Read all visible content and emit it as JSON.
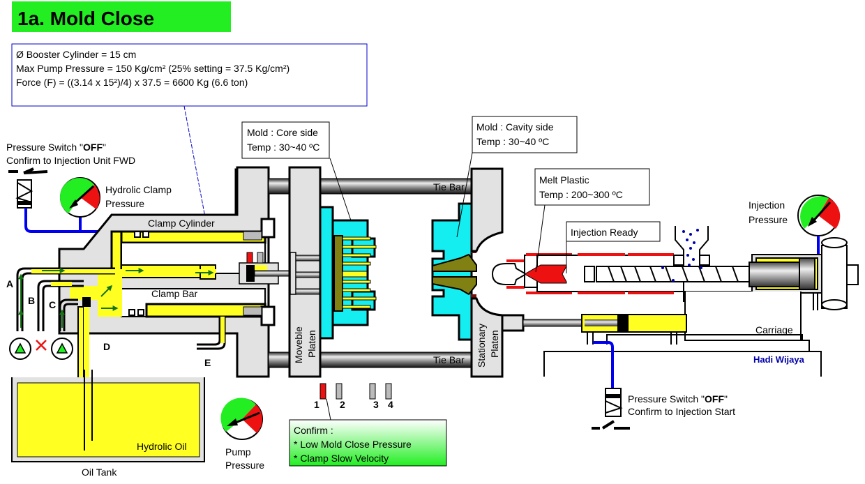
{
  "title": "1a. Mold Close",
  "colors": {
    "title_bg": "#22ee22",
    "oil": "#ffff22",
    "mold": "#14eef0",
    "melt": "#ee1111",
    "hydraulic_line": "#0000ee",
    "author": "#0000aa",
    "flow_arrow": "#157515"
  },
  "calculation": {
    "lines": [
      "Ø Booster Cylinder = 15 cm",
      "Max Pump Pressure = 150 Kg/cm² (25% setting = 37.5 Kg/cm²)",
      "Force (F) = ((3.14 x 15²)/4) x 37.5 = 6600 Kg (6.6 ton)"
    ]
  },
  "pressure_switch_left": {
    "line1_prefix": "Pressure Switch \"",
    "line1_bold": "OFF",
    "line1_suffix": "\"",
    "line2": "Confirm to Injection Unit FWD"
  },
  "pressure_switch_right": {
    "line1_prefix": "Pressure Switch \"",
    "line1_bold": "OFF",
    "line1_suffix": "\"",
    "line2": "Confirm to Injection Start"
  },
  "gauges": {
    "clamp": {
      "line1": "Hydrolic Clamp",
      "line2": "Pressure"
    },
    "pump": {
      "line1": "Pump",
      "line2": "Pressure"
    },
    "injection": {
      "line1": "Injection",
      "line2": "Pressure"
    }
  },
  "parts": {
    "clamp_cylinder": "Clamp Cylinder",
    "clamp_bar": "Clamp Bar",
    "tie_bar_top": "Tie Bar",
    "tie_bar_bottom": "Tie Bar",
    "moveable_platen_1": "Moveble",
    "moveable_platen_2": "Platen",
    "stationary_platen_1": "Stationary",
    "stationary_platen_2": "Platen",
    "carriage": "Carriage",
    "hydrolic_oil": "Hydrolic Oil",
    "oil_tank": "Oil Tank",
    "injection_ready": "Injection Ready"
  },
  "ports": [
    "A",
    "B",
    "C",
    "D",
    "E"
  ],
  "callouts": {
    "core": {
      "line1": "Mold : Core side",
      "line2": "Temp : 30~40 ºC"
    },
    "cavity": {
      "line1": "Mold : Cavity side",
      "line2": "Temp : 30~40 ºC"
    },
    "melt": {
      "line1": "Melt Plastic",
      "line2": "Temp : 200~300 ºC"
    }
  },
  "limit_switches": {
    "labels": [
      "1",
      "2",
      "3",
      "4"
    ],
    "active": "1"
  },
  "confirm": {
    "lines": [
      "Confirm :",
      "* Low Mold Close Pressure",
      "* Clamp Slow Velocity"
    ]
  },
  "author": "Hadi Wijaya"
}
